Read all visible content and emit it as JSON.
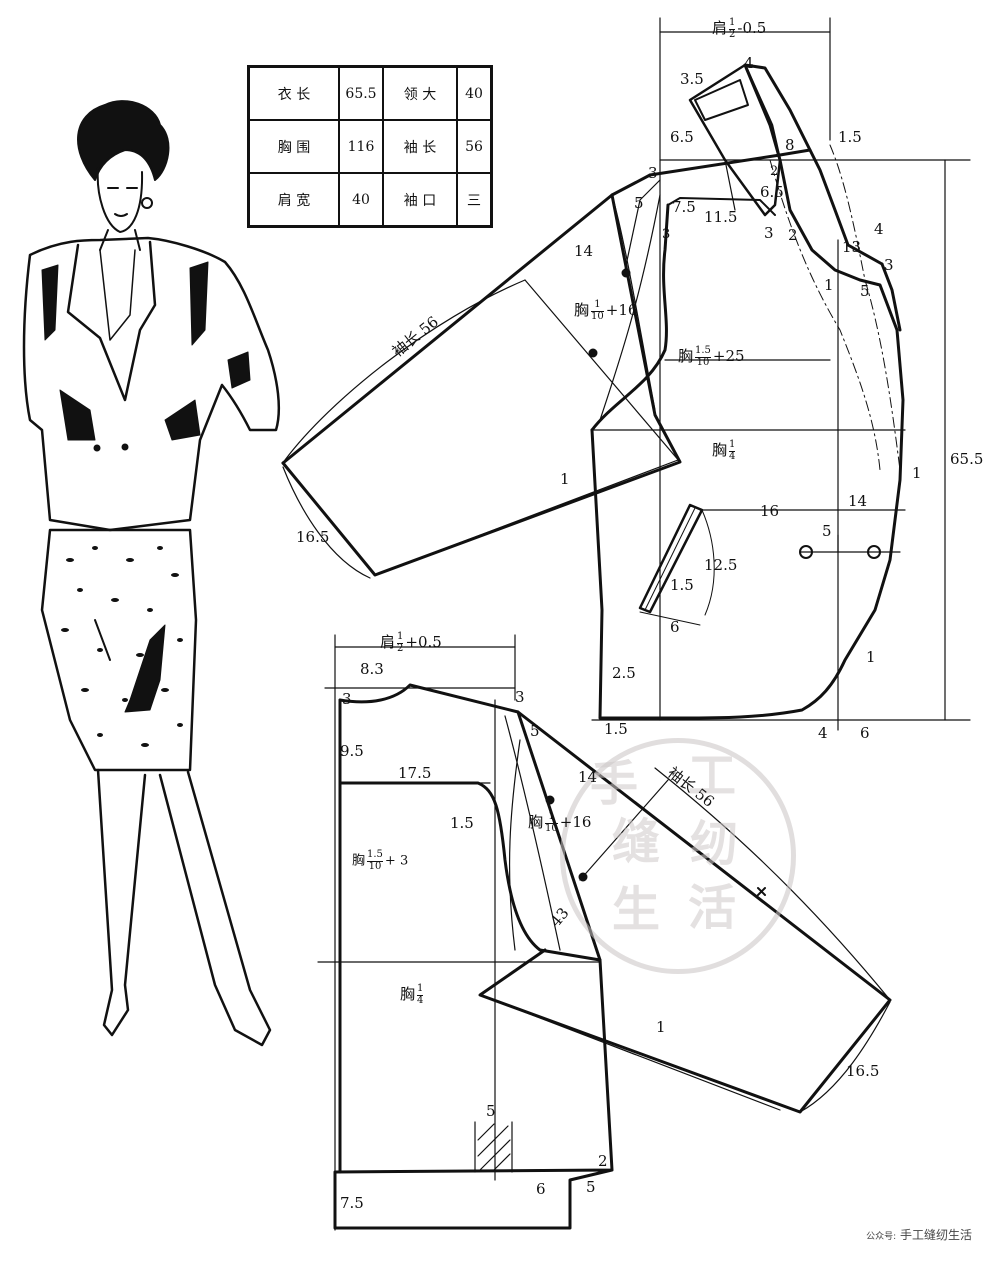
{
  "specs": [
    [
      "衣 长",
      "65.5",
      "领 大",
      "40"
    ],
    [
      "胸 围",
      "116",
      "袖 长",
      "56"
    ],
    [
      "肩 宽",
      "40",
      "袖 口",
      "三"
    ]
  ],
  "front": {
    "shoulder_top": "肩",
    "shoulder_top_num": "1",
    "shoulder_top_den": "2",
    "shoulder_top_tail": "-0.5",
    "chest_line": "胸",
    "chest_line_num": "1.5",
    "chest_line_den": "10",
    "chest_line_tail": "+25",
    "chest_quarter": "胸",
    "chest_quarter_num": "1",
    "chest_quarter_den": "4",
    "armhole": "胸",
    "armhole_num": "1",
    "armhole_den": "10",
    "armhole_tail": "+16",
    "sleeve_length": "袖长 56",
    "nums": {
      "n4": "4",
      "n3_5": "3.5",
      "n6_5a": "6.5",
      "n8": "8",
      "n1_5a": "1.5",
      "n3a": "3",
      "n5a": "5",
      "n2a": "2",
      "n6_5b": "6.5",
      "n7_5": "7.5",
      "n11_5": "11.5",
      "n3b": "3",
      "n3c": "3",
      "n2b": "2",
      "n13": "13",
      "n4b": "4",
      "n3d": "3",
      "n1a": "1",
      "n5b": "5",
      "n14a": "14",
      "n65_5": "65.5",
      "n1b": "1",
      "n1c": "1",
      "n16_5": "16.5",
      "n16": "16",
      "n14b": "14",
      "n5c": "5",
      "n12_5": "12.5",
      "n1_5b": "1.5",
      "n6": "6",
      "n1d": "1",
      "n2_5": "2.5",
      "n1_5c": "1.5",
      "n4c": "4",
      "n6b": "6"
    }
  },
  "back": {
    "shoulder_top": "肩",
    "shoulder_top_num": "1",
    "shoulder_top_den": "2",
    "shoulder_top_tail": "+0.5",
    "chest_line": "胸",
    "chest_line_num": "1.5",
    "chest_line_den": "10",
    "chest_line_tail": "+ 3",
    "chest_quarter": "胸",
    "chest_quarter_num": "1",
    "chest_quarter_den": "4",
    "armhole": "胸",
    "armhole_num": "1",
    "armhole_den": "10",
    "armhole_tail": "+16",
    "sleeve_length": "袖长 56",
    "nums": {
      "n8_3": "8.3",
      "n3a": "3",
      "n3b": "3",
      "n9_5": "9.5",
      "n5": "5",
      "n17_5": "17.5",
      "n14": "14",
      "n1_5": "1.5",
      "n43": "43",
      "n1": "1",
      "n16_5": "16.5",
      "n5b": "5",
      "n2": "2",
      "n7_5": "7.5",
      "n6": "6",
      "n5c": "5"
    }
  },
  "watermark": [
    "手",
    "工",
    "缝",
    "纫",
    "生",
    "活"
  ],
  "credit_prefix": "公众号:",
  "credit_name": "手工缝纫生活"
}
